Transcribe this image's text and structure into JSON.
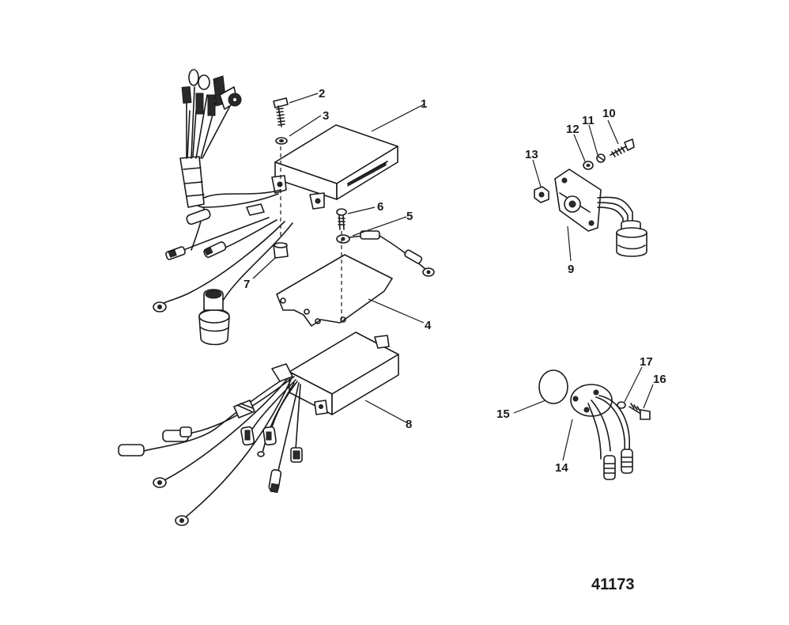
{
  "figure_number": "41173",
  "callouts": [
    {
      "id": "1",
      "label": "1"
    },
    {
      "id": "2",
      "label": "2"
    },
    {
      "id": "3",
      "label": "3"
    },
    {
      "id": "4",
      "label": "4"
    },
    {
      "id": "5",
      "label": "5"
    },
    {
      "id": "6",
      "label": "6"
    },
    {
      "id": "7",
      "label": "7"
    },
    {
      "id": "8",
      "label": "8"
    },
    {
      "id": "9",
      "label": "9"
    },
    {
      "id": "10",
      "label": "10"
    },
    {
      "id": "11",
      "label": "11"
    },
    {
      "id": "12",
      "label": "12"
    },
    {
      "id": "13",
      "label": "13"
    },
    {
      "id": "14",
      "label": "14"
    },
    {
      "id": "15",
      "label": "15"
    },
    {
      "id": "16",
      "label": "16"
    },
    {
      "id": "17",
      "label": "17"
    }
  ]
}
